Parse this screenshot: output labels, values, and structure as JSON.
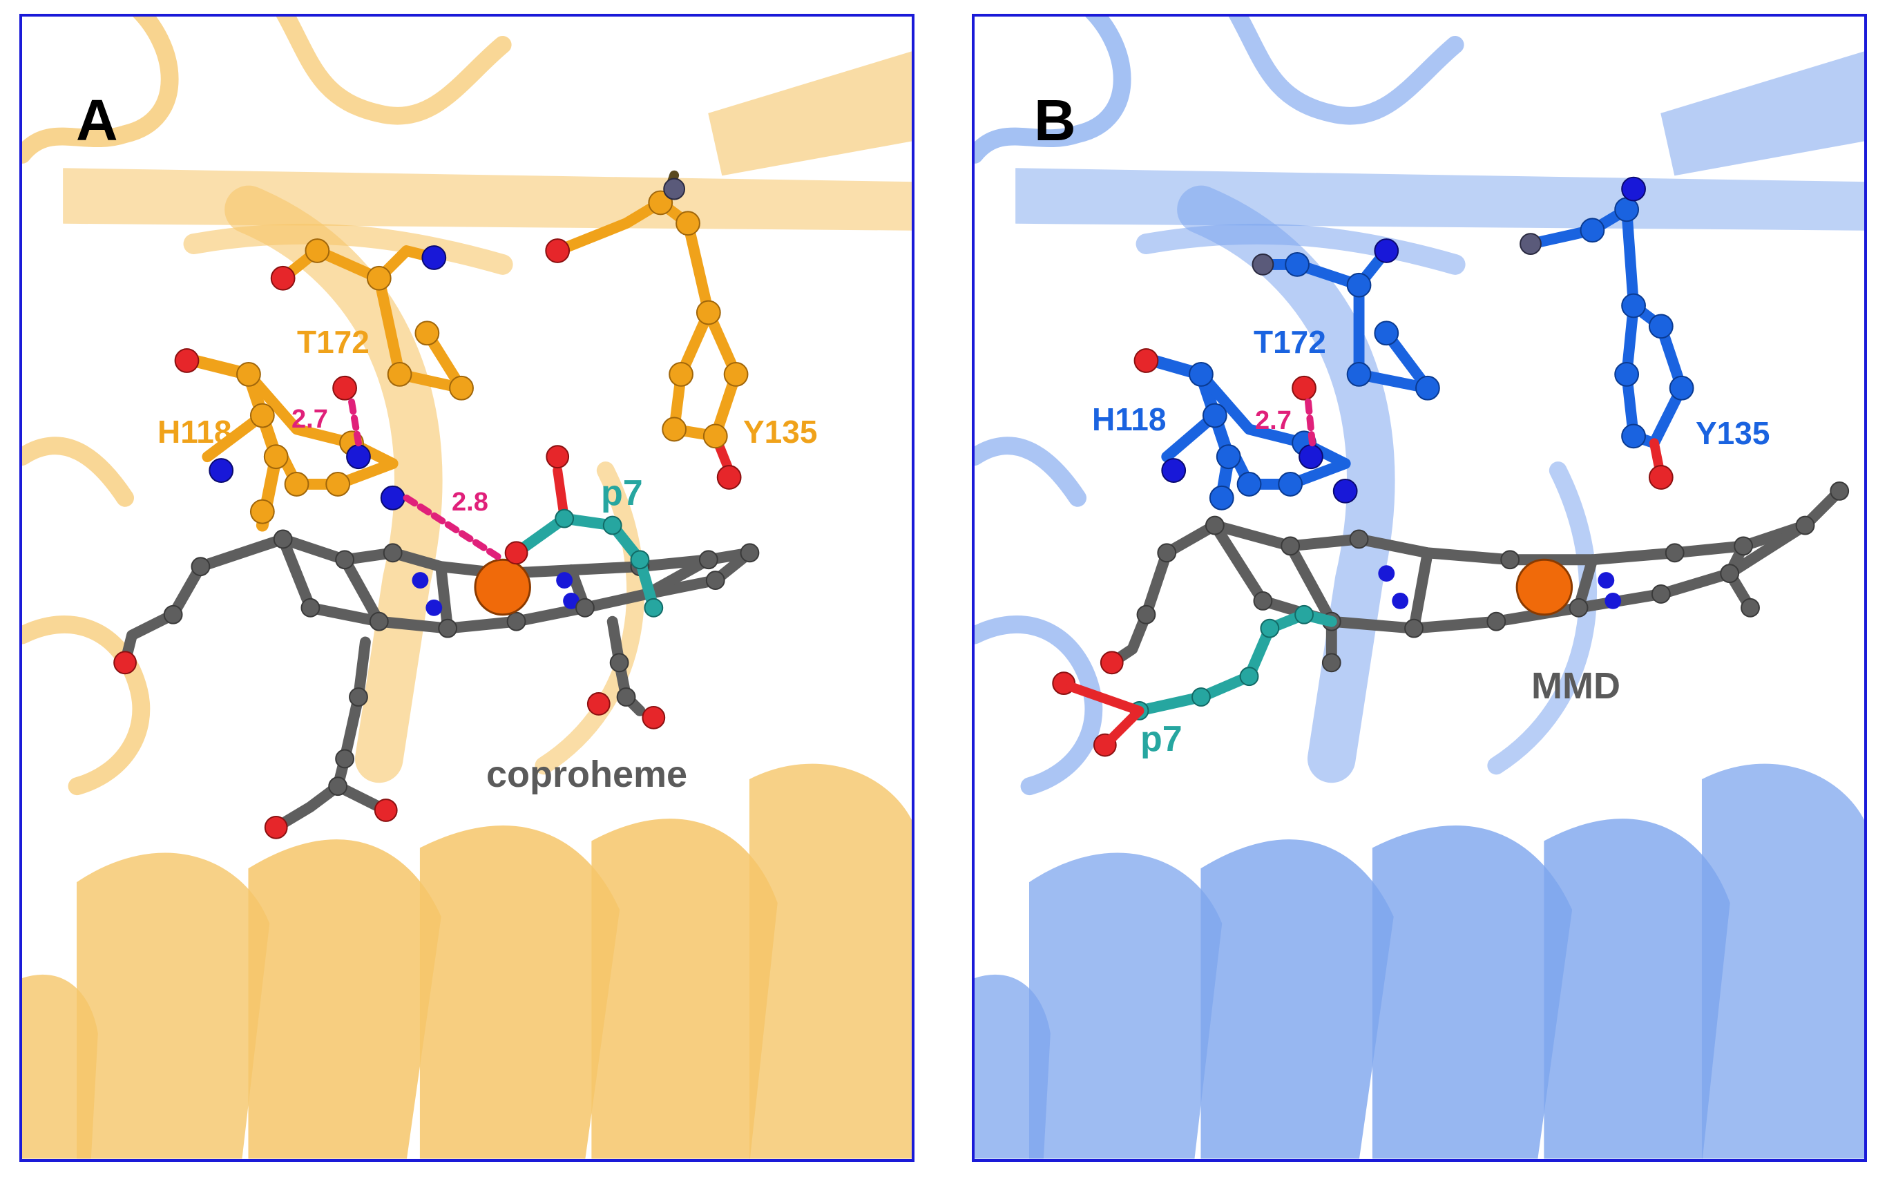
{
  "colors": {
    "panel_border": "#1a1ad8",
    "panel_a_protein": "#f6c66a",
    "panel_a_residue": "#f0a21a",
    "panel_b_protein": "#7ea6ee",
    "panel_b_residue": "#1a63e0",
    "heme_carbon": "#5e5e5e",
    "propionate_p7": "#26a6a0",
    "iron": "#f06a0a",
    "oxygen": "#e6262a",
    "nitrogen": "#1818d8",
    "hbond": "#e0207a"
  },
  "panels": [
    {
      "letter": "A",
      "residues": [
        "T172",
        "H118",
        "Y135"
      ],
      "distances": [
        "2.7",
        "2.8"
      ],
      "propionate": "p7",
      "ligand": "coproheme"
    },
    {
      "letter": "B",
      "residues": [
        "T172",
        "H118",
        "Y135"
      ],
      "distances": [
        "2.7"
      ],
      "propionate": "p7",
      "ligand": "MMD"
    }
  ]
}
